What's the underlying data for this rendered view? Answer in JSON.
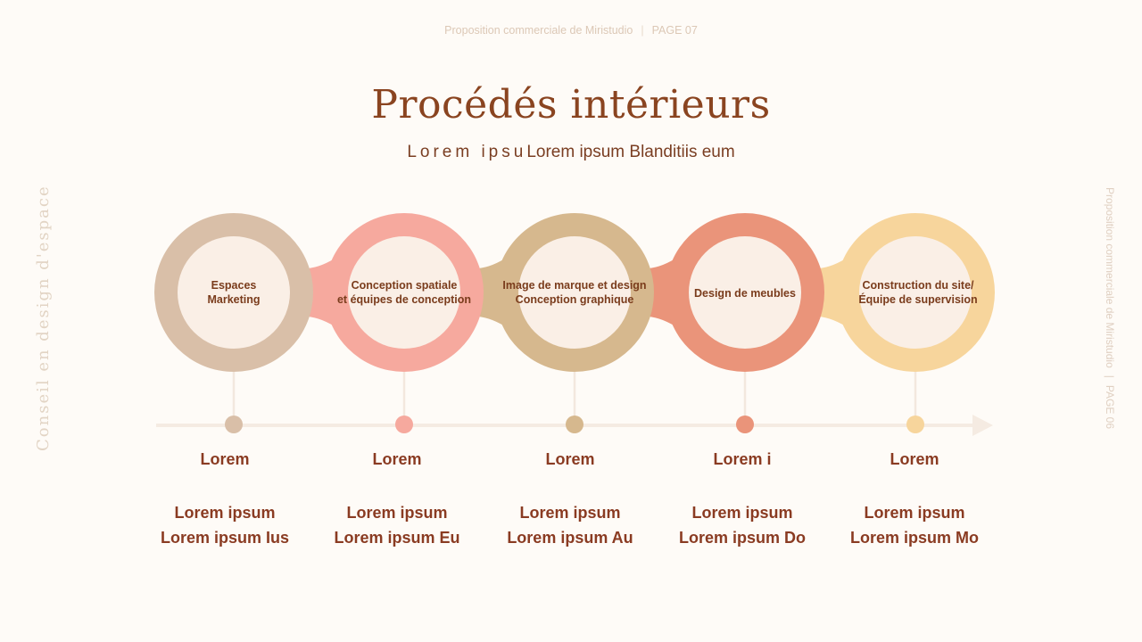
{
  "header": {
    "company_text": "Proposition commerciale de Miristudio",
    "separator": "|",
    "page_label": "PAGE 07"
  },
  "title": "Procédés intérieurs",
  "subtitle": {
    "spaced_part": "Lorem ipsu",
    "rest": "Lorem ipsum Blanditiis eum"
  },
  "side_left_text": "Conseil en design d'espace",
  "side_right": {
    "company_text": "Proposition commerciale de Miristudio",
    "separator": "|",
    "page_label": "PAGE 06"
  },
  "colors": {
    "background": "#fefbf7",
    "title": "#8a4420",
    "text": "#8a3b22",
    "inner_circle": "#faefe6",
    "timeline": "#f5ebe2"
  },
  "steps": [
    {
      "circle_label_1": "Espaces",
      "circle_label_2": "Marketing",
      "color": "#d9bfa8",
      "title": "Lorem",
      "desc_1": "Lorem ipsum",
      "desc_2": "Lorem ipsum Ius"
    },
    {
      "circle_label_1": "Conception spatiale",
      "circle_label_2": "et équipes de conception",
      "color": "#f6a99e",
      "title": "Lorem",
      "desc_1": "Lorem ipsum",
      "desc_2": "Lorem ipsum Eu"
    },
    {
      "circle_label_1": "Image de marque et design",
      "circle_label_2": "Conception graphique",
      "color": "#d6b88e",
      "title": "Lorem",
      "desc_1": "Lorem ipsum",
      "desc_2": "Lorem ipsum Au"
    },
    {
      "circle_label_1": "Design de meubles",
      "circle_label_2": "",
      "color": "#ea947a",
      "title": "Lorem i",
      "desc_1": "Lorem ipsum",
      "desc_2": "Lorem ipsum Do"
    },
    {
      "circle_label_1": "Construction du site/",
      "circle_label_2": "Équipe de supervision",
      "color": "#f7d59c",
      "title": "Lorem",
      "desc_1": "Lorem ipsum",
      "desc_2": "Lorem ipsum Mo"
    }
  ]
}
